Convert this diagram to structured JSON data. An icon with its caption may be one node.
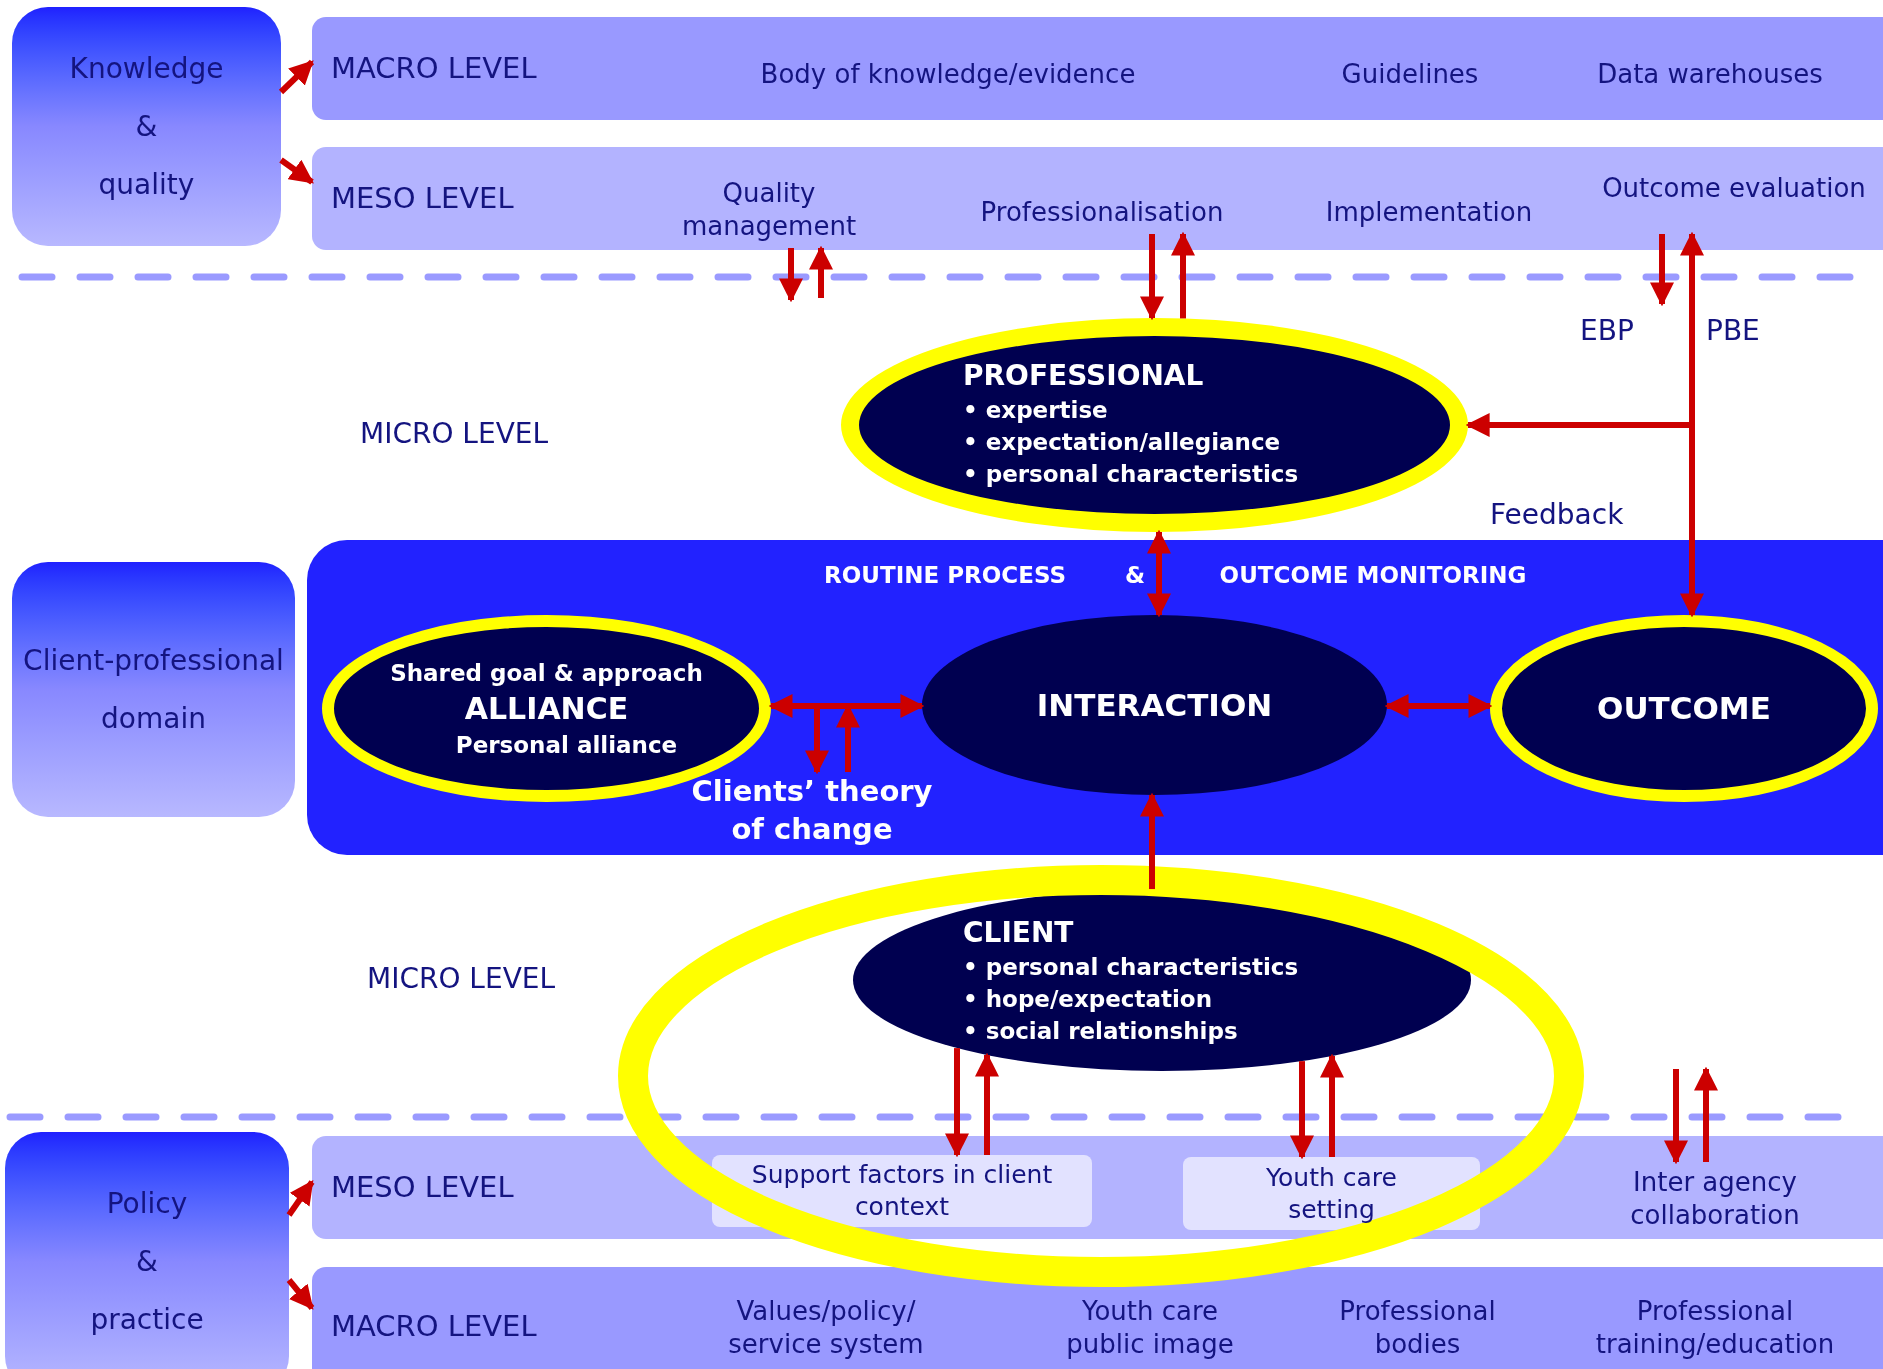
{
  "diagram": {
    "nodes": [
      {
        "text": [
          "Knowledge & quality"
        ]
      },
      {
        "text": [
          "MACRO LEVEL"
        ]
      },
      {
        "text": [
          "Body of knowledge/evidence"
        ],
        "in": 1
      },
      {
        "text": [
          "Guidelines"
        ],
        "in": 1
      },
      {
        "text": [
          "Data warehouses"
        ],
        "in": 1
      },
      {
        "text": [
          "MESO LEVEL"
        ]
      },
      {
        "text": [
          "Quality management"
        ],
        "in": 5
      },
      {
        "text": [
          "Professionalisation"
        ],
        "in": 5
      },
      {
        "text": [
          "Implementation"
        ],
        "in": 5
      },
      {
        "text": [
          "Outcome evaluation"
        ],
        "in": 5
      },
      {
        "text": [
          "PROFESSIONAL",
          "• expertise",
          "• expectation/allegiance",
          "• personal characteristics"
        ]
      },
      {
        "text": [
          "Client-professional domain"
        ]
      },
      {
        "text": [
          "ROUTINE PROCESS",
          "&",
          "OUTCOME MONITORING"
        ]
      },
      {
        "text": [
          "Shared goal & approach",
          "ALLIANCE",
          "Personal alliance"
        ],
        "in": 12
      },
      {
        "text": [
          "INTERACTION"
        ],
        "in": 12
      },
      {
        "text": [
          "OUTCOME"
        ],
        "in": 12
      },
      {
        "text": [
          "Clients’ theory of change"
        ],
        "in": 12
      },
      {
        "text": [
          "CLIENT",
          "• personal characteristics",
          "• hope/expectation",
          "• social relationships"
        ]
      },
      {
        "text": [
          "Policy & practice"
        ]
      },
      {
        "text": [
          "MESO LEVEL"
        ]
      },
      {
        "text": [
          "Support factors in client context"
        ],
        "in": 19
      },
      {
        "text": [
          "Youth care setting"
        ],
        "in": 19
      },
      {
        "text": [
          "Inter agency collaboration"
        ],
        "in": 19
      },
      {
        "text": [
          "MACRO LEVEL"
        ]
      },
      {
        "text": [
          "Values/policy/ service system"
        ],
        "in": 23
      },
      {
        "text": [
          "Youth care public image"
        ],
        "in": 23
      },
      {
        "text": [
          "Professional bodies"
        ],
        "in": 23
      },
      {
        "text": [
          "Professional training/education"
        ],
        "in": 23
      }
    ],
    "edges": [
      {
        "from": 0,
        "to": 1,
        "arrow": "to"
      },
      {
        "from": 0,
        "to": 5,
        "arrow": "to"
      },
      {
        "from": 6,
        "to": null,
        "arrow": "to"
      },
      {
        "from": null,
        "to": 6,
        "arrow": "to"
      },
      {
        "from": 7,
        "to": 10,
        "arrow": "to"
      },
      {
        "from": 10,
        "to": 7,
        "arrow": "to"
      },
      {
        "from": 9,
        "to": null,
        "arrow": "to",
        "label": "EBP"
      },
      {
        "from": 9,
        "to": 15,
        "arrow": "both",
        "label": "Feedback"
      },
      {
        "from": 9,
        "to": 10,
        "arrow": "to",
        "label": "PBE"
      },
      {
        "from": 10,
        "to": 14,
        "arrow": "both"
      },
      {
        "from": 13,
        "to": 14,
        "arrow": "both"
      },
      {
        "from": null,
        "to": 16,
        "arrow": "to"
      },
      {
        "from": 16,
        "to": null,
        "arrow": "to"
      },
      {
        "from": 14,
        "to": 15,
        "arrow": "both"
      },
      {
        "from": 17,
        "to": 14,
        "arrow": "to"
      },
      {
        "from": 17,
        "to": 20,
        "arrow": "to"
      },
      {
        "from": 20,
        "to": 17,
        "arrow": "to"
      },
      {
        "from": 17,
        "to": 21,
        "arrow": "to"
      },
      {
        "from": 21,
        "to": 17,
        "arrow": "to"
      },
      {
        "from": null,
        "to": 22,
        "arrow": "to"
      },
      {
        "from": 22,
        "to": null,
        "arrow": "to"
      },
      {
        "from": 18,
        "to": 19,
        "arrow": "to"
      },
      {
        "from": 18,
        "to": 23,
        "arrow": "to"
      }
    ],
    "labels": [
      "MICRO LEVEL",
      "MICRO LEVEL"
    ]
  }
}
